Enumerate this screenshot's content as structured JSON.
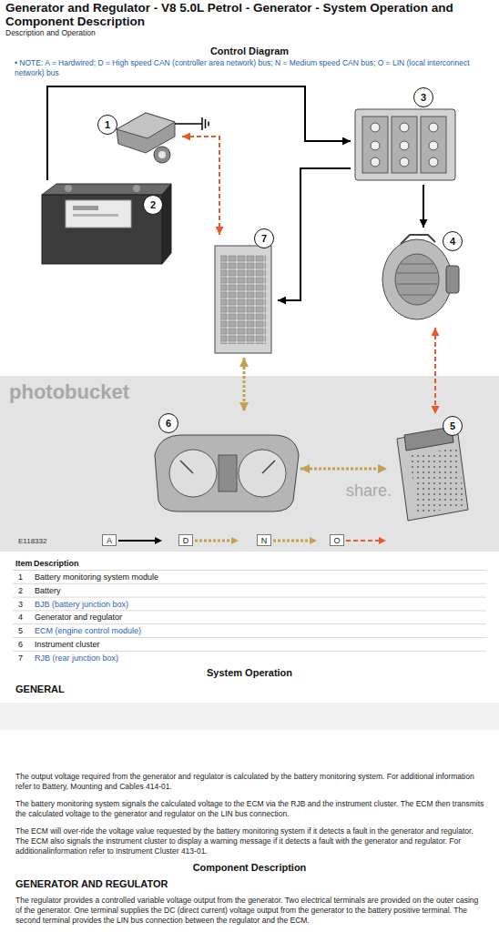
{
  "diagram": {
    "title": "Generator and Regulator - V8 5.0L Petrol - Generator - System Operation and Component Description",
    "nodes": [
      {
        "text": [
          "1"
        ]
      },
      {
        "text": [
          "2"
        ]
      },
      {
        "text": [
          "3"
        ]
      },
      {
        "text": [
          "4"
        ]
      },
      {
        "text": [
          "5"
        ]
      },
      {
        "text": [
          "6"
        ]
      },
      {
        "text": [
          "7"
        ]
      }
    ],
    "edges": [
      {
        "from": 1,
        "to": 2,
        "arrow": "to"
      },
      {
        "from": 2,
        "to": 3,
        "arrow": "to"
      },
      {
        "from": 2,
        "to": 6,
        "arrow": "to"
      },
      {
        "from": 0,
        "to": 6,
        "arrow": "both"
      },
      {
        "from": 3,
        "to": 4,
        "arrow": "both"
      },
      {
        "from": 6,
        "to": 5,
        "arrow": "both"
      },
      {
        "from": 5,
        "to": 4,
        "arrow": "both"
      }
    ],
    "labels": [
      "Description and Operation",
      "Control Diagram",
      "• NOTE: A = Hardwired; D = High speed CAN (controller area network) bus; N = Medium speed CAN bus; O = LIN (local interconnect network) bus",
      "photobucket",
      "share.",
      "E118332",
      "Item",
      "Description",
      "1",
      "Battery monitoring system module",
      "2",
      "Battery",
      "3",
      "BJB (battery junction box)",
      "4",
      "Generator and regulator",
      "5",
      "ECM (engine control module)",
      "6",
      "Instrument cluster",
      "7",
      "RJB (rear junction box)",
      "System Operation",
      "GENERAL",
      "The output voltage required from the generator and regulator is calculated by the battery monitoring system. For additional information refer to Battery, Mounting and Cables 414-01.",
      "The battery monitoring system signals the calculated voltage to the ECM via the RJB and the instrument cluster. The ECM then transmits the calculated voltage to the generator and regulator on the LIN bus connection.",
      "The ECM will over-ride the voltage value requested by the battery monitoring system if it detects a fault in the generator and regulator. The ECM also signals the instrument cluster to display a warning message if it detects a fault with the generator and regulator. For additionalinformation refer to Instrument Cluster 413-01.",
      "Component Description",
      "GENERATOR AND REGULATOR",
      "The regulator provides a controlled variable voltage output from the generator. Two electrical terminals are provided on the outer casing of the generator. One terminal supplies the DC (direct current) voltage output from the generator to the battery positive terminal. The second terminal provides the LIN bus connection between the regulator and the ECM."
    ],
    "legend": [
      {
        "text": "A"
      },
      {
        "text": "D"
      },
      {
        "text": "N"
      },
      {
        "text": "O"
      }
    ]
  }
}
